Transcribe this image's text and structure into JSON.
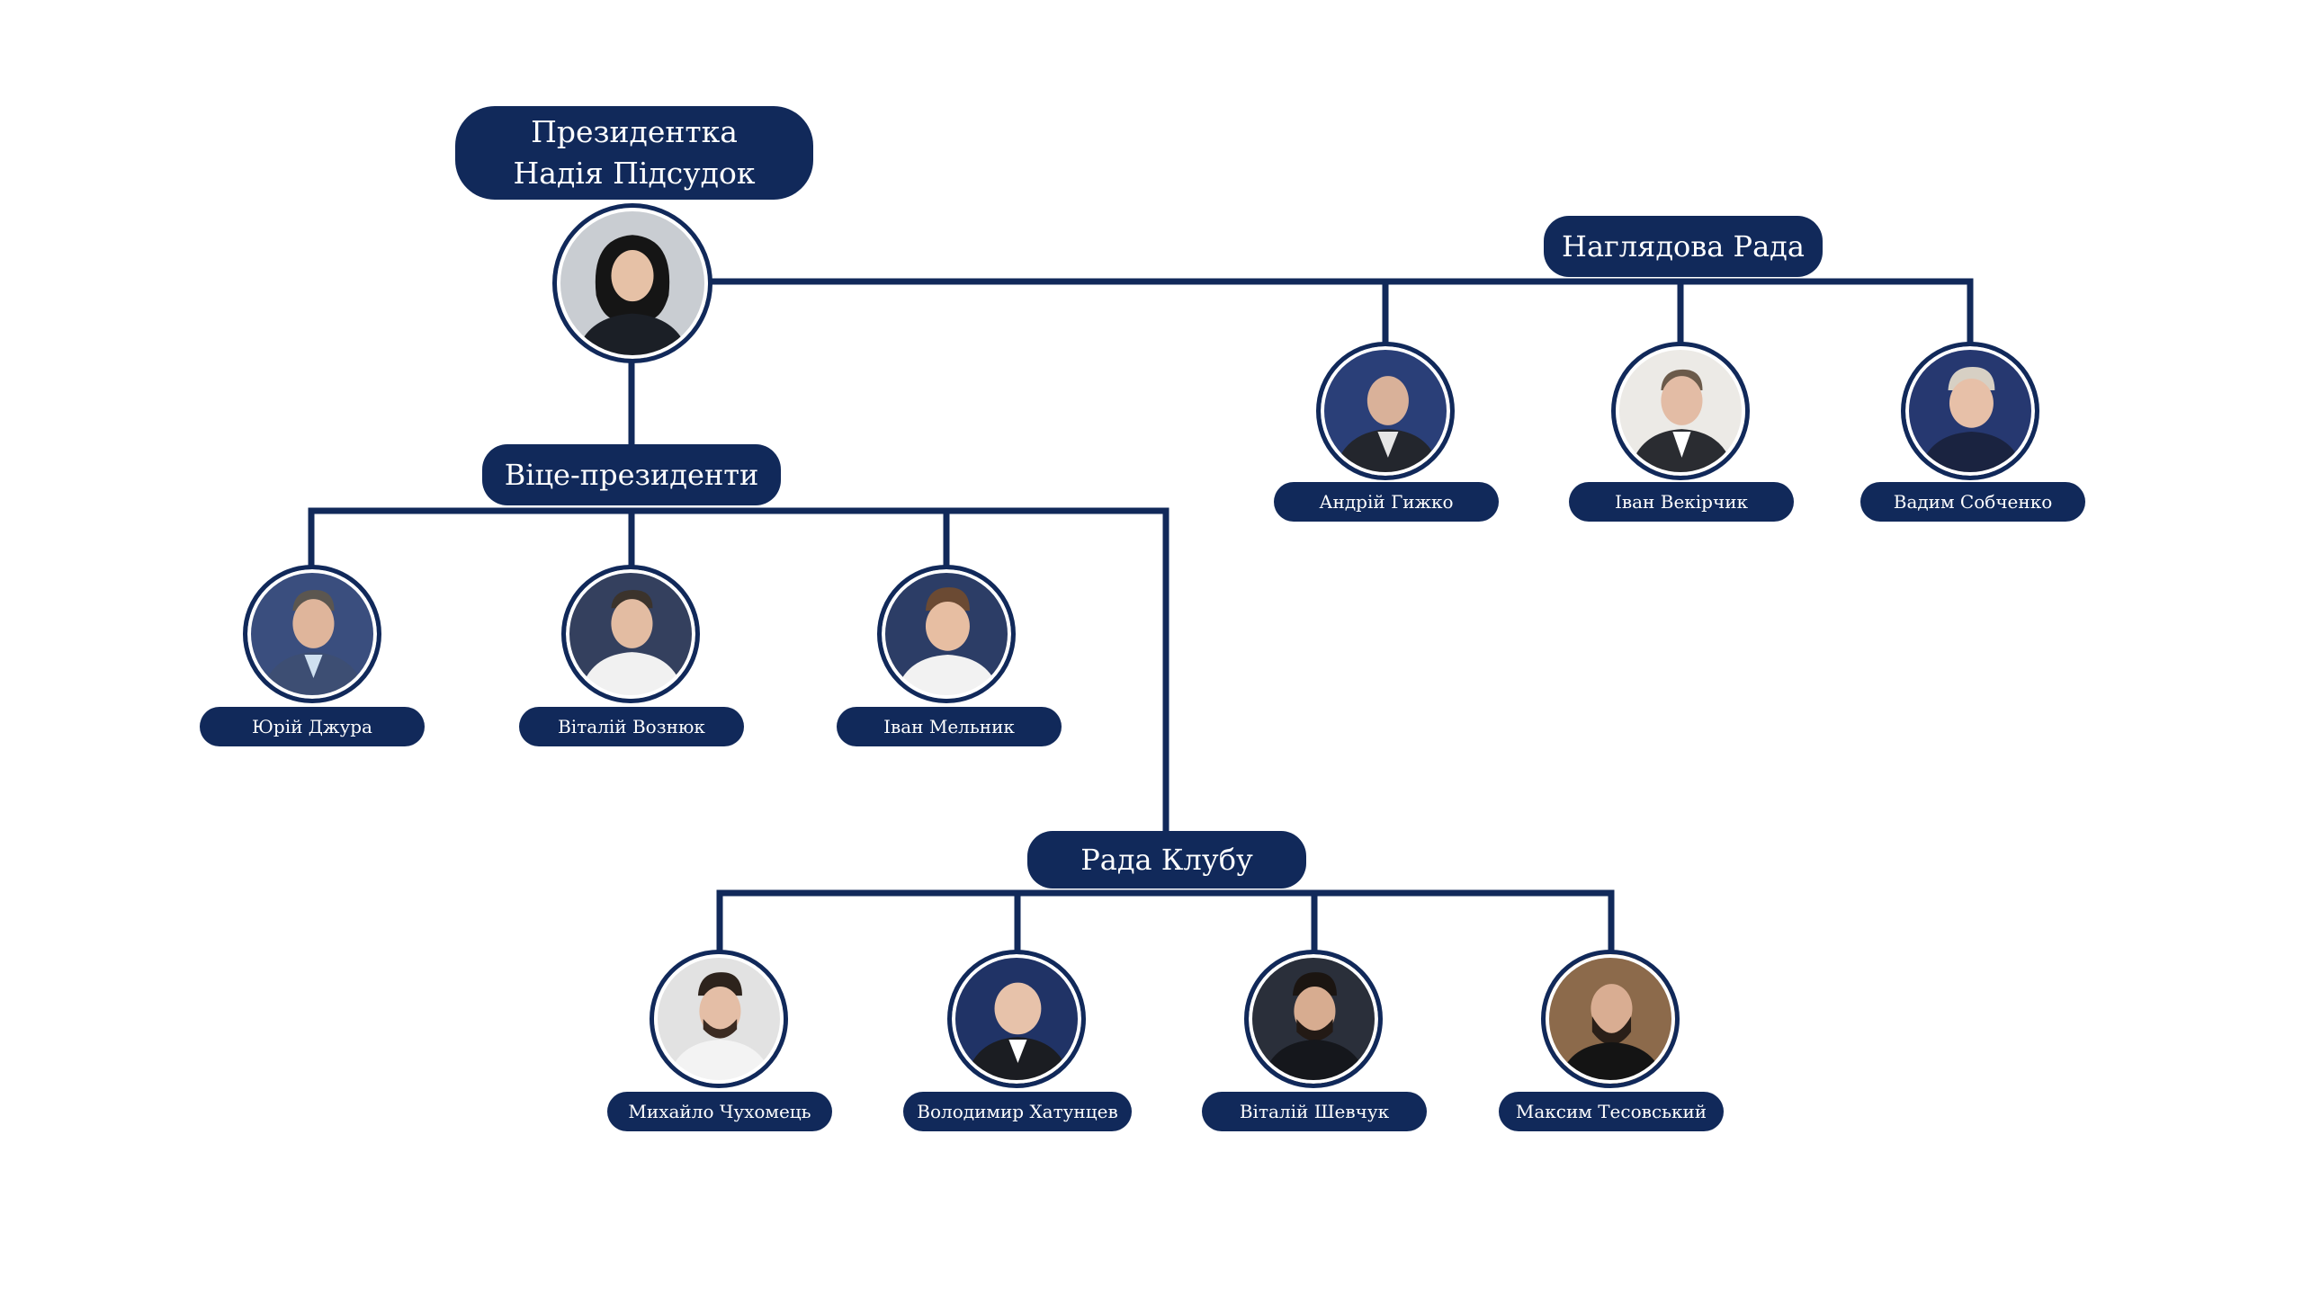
{
  "president": {
    "title": "Президентка",
    "name": "Надія Підсудок"
  },
  "supervisory_board": {
    "label": "Наглядова Рада",
    "members": [
      {
        "name": "Андрій Гижко"
      },
      {
        "name": "Іван Векірчик"
      },
      {
        "name": "Вадим Собченко"
      }
    ]
  },
  "vice_presidents": {
    "label": "Віце-президенти",
    "members": [
      {
        "name": "Юрій Джура"
      },
      {
        "name": "Віталій Вознюк"
      },
      {
        "name": "Іван Мельник"
      }
    ]
  },
  "club_council": {
    "label": "Рада Клубу",
    "members": [
      {
        "name": "Михайло Чухомець"
      },
      {
        "name": "Володимир Хатунцев"
      },
      {
        "name": "Віталій Шевчук"
      },
      {
        "name": "Максим Тесовський"
      }
    ]
  },
  "colors": {
    "navy": "#11295a",
    "text": "#ffffff",
    "background": "#ffffff"
  }
}
